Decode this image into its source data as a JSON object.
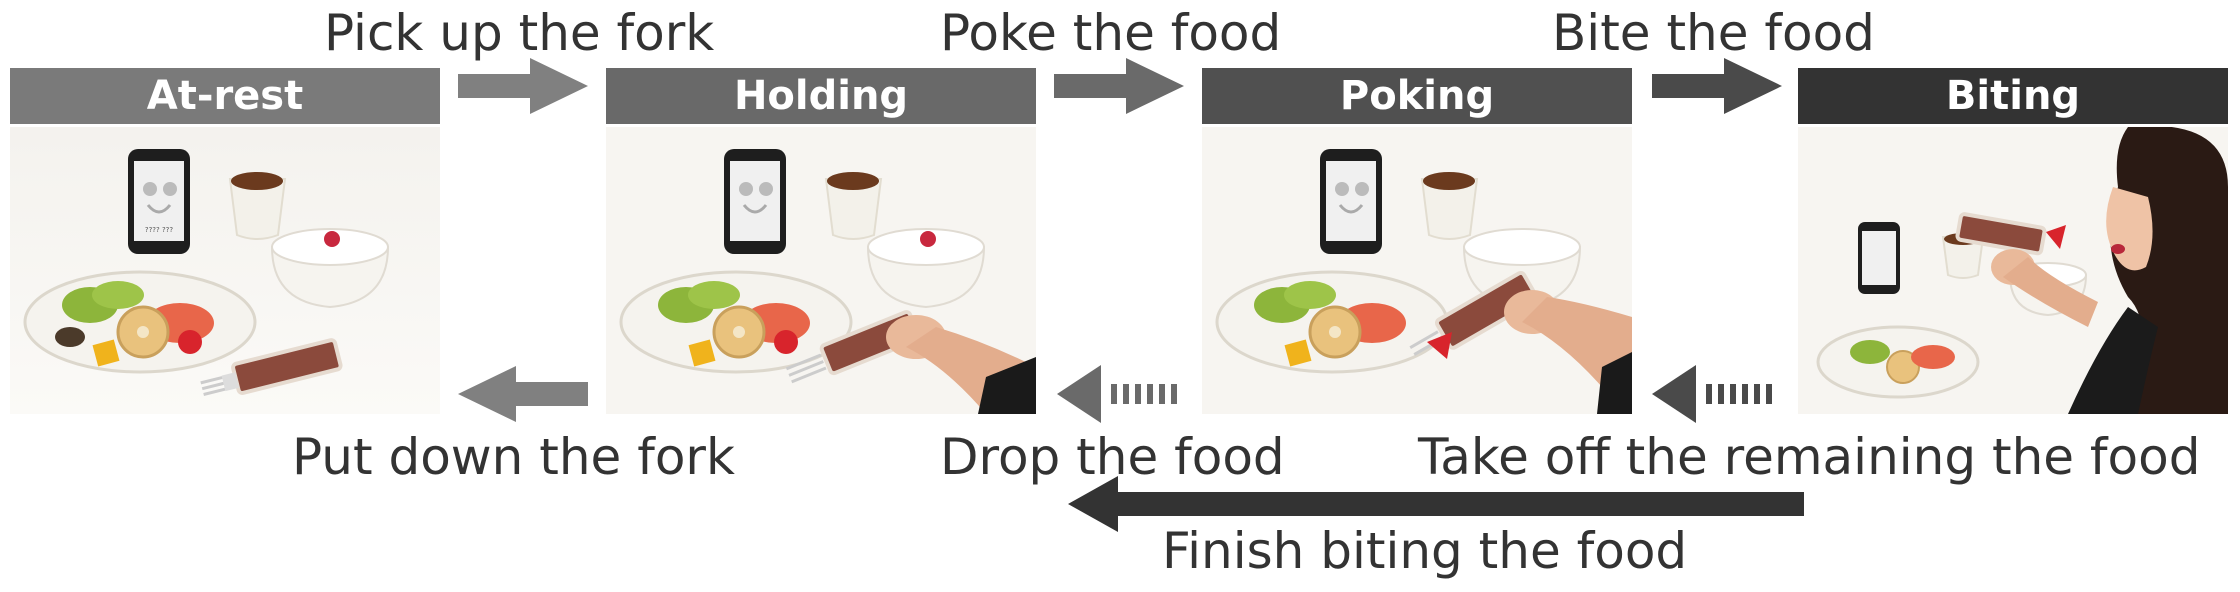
{
  "states": [
    {
      "label": "At-rest",
      "color": "#7a7a7a"
    },
    {
      "label": "Holding",
      "color": "#696969"
    },
    {
      "label": "Poking",
      "color": "#505050"
    },
    {
      "label": "Biting",
      "color": "#333333"
    }
  ],
  "transitions": {
    "pick_up": "Pick up the fork",
    "poke": "Poke the food",
    "bite": "Bite the food",
    "put_down": "Put down the fork",
    "drop": "Drop the food",
    "take_off": "Take off the remaining the food",
    "finish": "Finish biting the food"
  },
  "photo_text": {
    "phone_caption": "???? ???"
  }
}
